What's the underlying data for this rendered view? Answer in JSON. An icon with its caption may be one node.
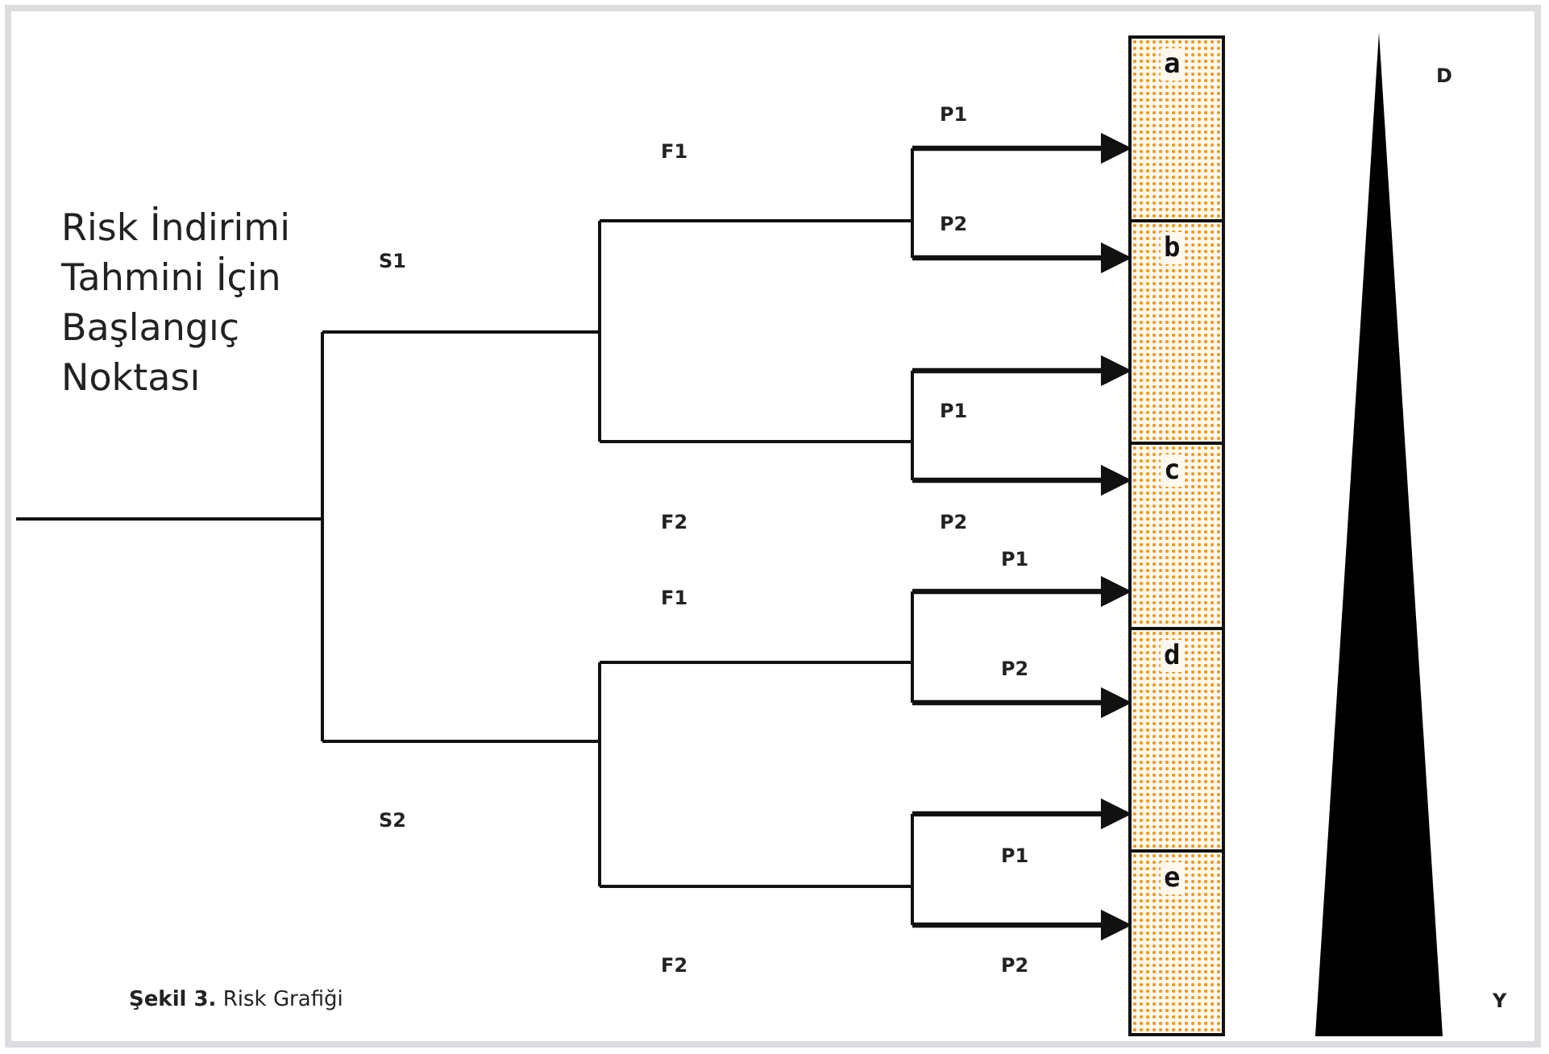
{
  "diagram": {
    "caption": "**Şekil 3.** Risk Grafiği",
    "nodes": [
      {
        "text": [
          "a"
        ]
      },
      {
        "text": [
          "b"
        ]
      },
      {
        "text": [
          "c"
        ]
      },
      {
        "text": [
          "d"
        ]
      },
      {
        "text": [
          "e"
        ]
      },
      {
        "text": [],
        "shape": "triangle"
      }
    ],
    "edges": [
      {
        "from": null,
        "to": 0,
        "arrow": "to"
      },
      {
        "from": null,
        "to": 1,
        "arrow": "to"
      },
      {
        "from": null,
        "to": 1,
        "arrow": "to"
      },
      {
        "from": null,
        "to": 2,
        "arrow": "to"
      },
      {
        "from": null,
        "to": 2,
        "arrow": "to"
      },
      {
        "from": null,
        "to": 3,
        "arrow": "to"
      },
      {
        "from": null,
        "to": 3,
        "arrow": "to"
      },
      {
        "from": null,
        "to": 4,
        "arrow": "to"
      }
    ],
    "labels": [
      "P1",
      "D",
      "F1",
      "P2",
      "Risk İndirimi Tahmini İçin Başlangıç Noktası",
      "S1",
      "P1",
      "F2",
      "P2",
      "P1",
      "F1",
      "P2",
      "S2",
      "P1",
      "F2",
      "P2",
      "Y"
    ]
  }
}
